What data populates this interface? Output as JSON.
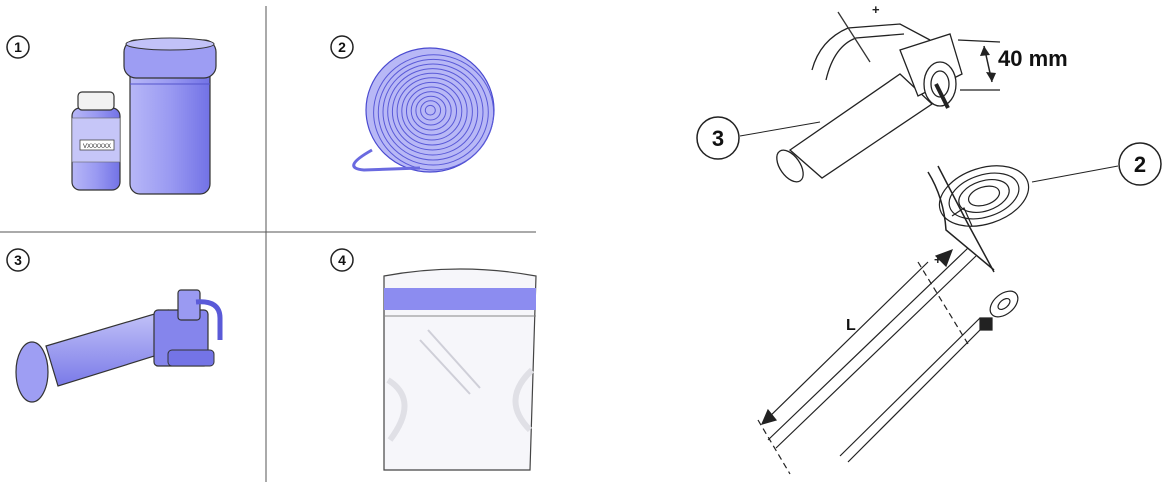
{
  "kit_panel": {
    "items": [
      {
        "number": "1"
      },
      {
        "number": "2"
      },
      {
        "number": "3"
      },
      {
        "number": "4"
      }
    ],
    "vial_label": "VXXXXXX"
  },
  "usage_diagram": {
    "pump_callout": "3",
    "tube_callout": "2",
    "measurement": "40 mm",
    "length_label": "L",
    "plus_marks": [
      "+",
      "+"
    ]
  },
  "colors": {
    "component_fill": "#a8a8f4",
    "component_dark": "#6a6ae6",
    "outline": "#2a2a2a",
    "bag_band": "#8c8cf0"
  }
}
